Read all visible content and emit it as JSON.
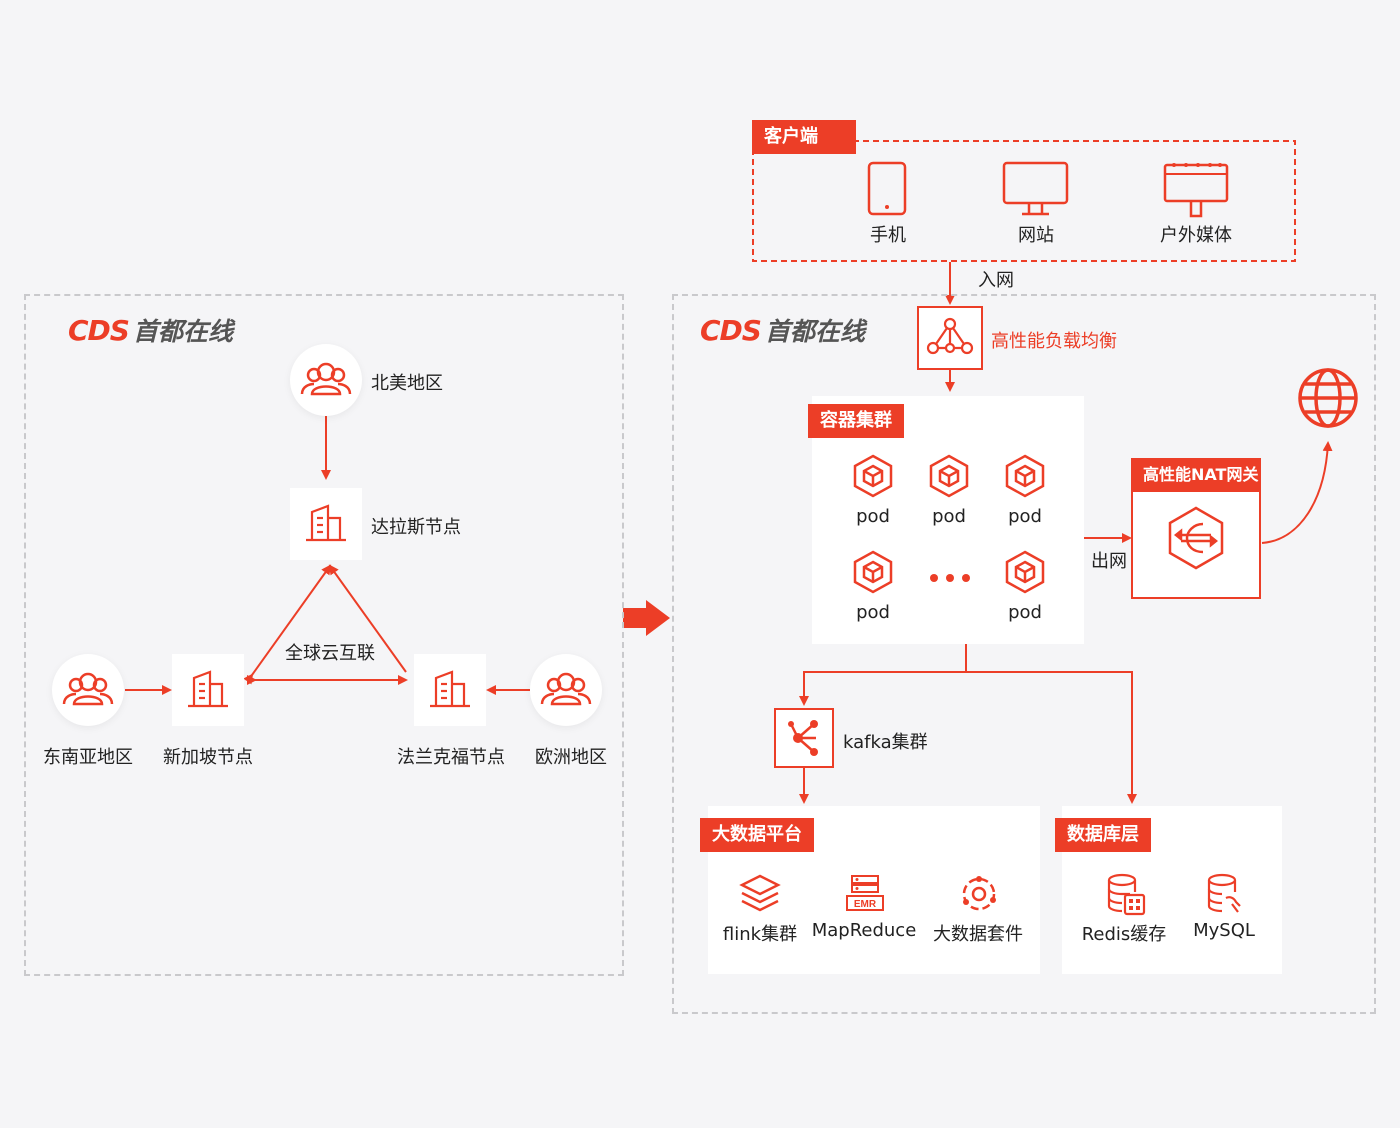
{
  "colors": {
    "accent": "#ec3e27",
    "panel_border": "#c9c9cc",
    "background": "#f5f5f7"
  },
  "left": {
    "logo_mark": "CDS",
    "logo_text": "首都在线",
    "north_america": "北美地区",
    "dallas": "达拉斯节点",
    "global_link": "全球云互联",
    "southeast_asia": "东南亚地区",
    "singapore": "新加坡节点",
    "frankfurt": "法兰克福节点",
    "europe": "欧洲地区"
  },
  "right": {
    "logo_mark": "CDS",
    "logo_text": "首都在线",
    "client": {
      "tag": "客户端",
      "items": [
        {
          "label": "手机",
          "icon": "phone-icon"
        },
        {
          "label": "网站",
          "icon": "monitor-icon"
        },
        {
          "label": "户外媒体",
          "icon": "billboard-icon"
        }
      ]
    },
    "ingress": "入网",
    "load_balancer": "高性能负载均衡",
    "container_cluster": {
      "tag": "容器集群",
      "pods": [
        "pod",
        "pod",
        "pod",
        "pod",
        "pod"
      ]
    },
    "egress": "出网",
    "nat": {
      "tag": "高性能NAT网关"
    },
    "kafka": "kafka集群",
    "bigdata": {
      "tag": "大数据平台",
      "items": [
        "flink集群",
        "MapReduce",
        "大数据套件"
      ],
      "emr_badge": "EMR"
    },
    "database": {
      "tag": "数据库层",
      "items": [
        "Redis缓存",
        "MySQL"
      ]
    }
  }
}
